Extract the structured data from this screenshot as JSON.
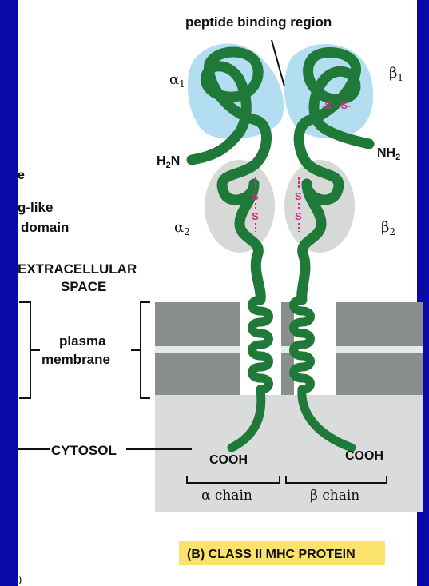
{
  "labels": {
    "peptide_binding_region": "peptide binding region",
    "alpha1": "α",
    "alpha1_sub": "1",
    "beta1": "β",
    "beta1_sub": "1",
    "h2n": "H",
    "h2n_sub": "2",
    "h2n_tail": "N",
    "nh2": "NH",
    "nh2_sub": "2",
    "alpha2": "α",
    "alpha2_sub": "2",
    "beta2": "β",
    "beta2_sub": "2",
    "ig_like_line1": "g-like",
    "ig_like_line2": "domain",
    "partial_char": "e",
    "extracellular_line1": "EXTRACELLULAR",
    "extracellular_line2": "SPACE",
    "plasma_line1": "plasma",
    "plasma_line2": "membrane",
    "cytosol": "CYTOSOL",
    "cooh_left": "COOH",
    "cooh_right": "COOH",
    "alpha_chain": "α chain",
    "beta_chain": "β chain",
    "disulfide_top": "-S - S-",
    "disulfide_s": "S",
    "caption": "(B)  CLASS II MHC PROTEIN",
    "corner_mark": ")"
  },
  "colors": {
    "background_frame": "#0a0aa8",
    "chain_green": "#1f7a3a",
    "peptide_region_blue": "#b3def2",
    "ig_domain_gray": "#d7d9d7",
    "membrane_gray": "#8a8e8c",
    "cytosol_gray": "#d9dcda",
    "disulfide_magenta": "#d12a8a",
    "caption_bg": "#fbe36b"
  }
}
